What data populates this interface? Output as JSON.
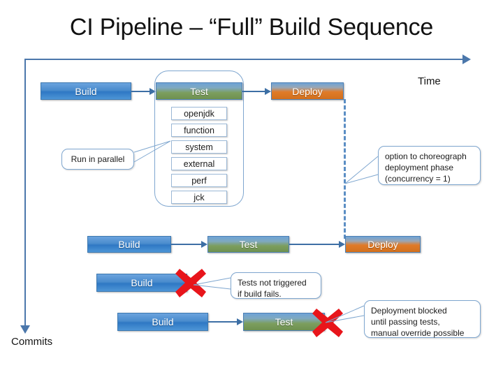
{
  "slide": {
    "title": "CI Pipeline – “Full” Build Sequence",
    "background": "#ffffff"
  },
  "axes": {
    "time_label": "Time",
    "commits_label": "Commits",
    "axis_color": "#4b77ab"
  },
  "colors": {
    "build_blue": "#3d85cd",
    "test_green": "#7c9e5e",
    "deploy_orange": "#e07b28",
    "connector_blue": "#3d6fa5",
    "dashed_blue": "#5b8ec4",
    "callout_border": "#7ea6cf",
    "x_red": "#e8151b"
  },
  "rows": [
    {
      "id": "row-full-pipeline",
      "stages": [
        {
          "id": "build",
          "label": "Build",
          "kind": "build"
        },
        {
          "id": "test",
          "label": "Test",
          "kind": "test"
        },
        {
          "id": "deploy",
          "label": "Deploy",
          "kind": "deploy"
        }
      ]
    },
    {
      "id": "row-second-pipeline",
      "stages": [
        {
          "id": "build",
          "label": "Build",
          "kind": "build"
        },
        {
          "id": "test",
          "label": "Test",
          "kind": "test"
        },
        {
          "id": "deploy",
          "label": "Deploy",
          "kind": "deploy"
        }
      ]
    },
    {
      "id": "row-failed-build",
      "stages": [
        {
          "id": "build",
          "label": "Build",
          "kind": "build"
        }
      ]
    },
    {
      "id": "row-failed-test",
      "stages": [
        {
          "id": "build",
          "label": "Build",
          "kind": "build"
        },
        {
          "id": "test",
          "label": "Test",
          "kind": "test"
        }
      ]
    }
  ],
  "test_suites": [
    {
      "label": "openjdk"
    },
    {
      "label": "function"
    },
    {
      "label": "system"
    },
    {
      "label": "external"
    },
    {
      "label": "perf"
    },
    {
      "label": "jck"
    }
  ],
  "callouts": {
    "run_in_parallel": {
      "text": "Run in parallel"
    },
    "choreograph": {
      "lines": [
        "option to choreograph",
        "deployment phase",
        "(concurrency = 1)"
      ]
    },
    "tests_not_triggered": {
      "lines": [
        "Tests not triggered",
        "if build fails."
      ]
    },
    "deployment_blocked": {
      "lines": [
        "Deployment blocked",
        "until passing tests,",
        "manual override possible"
      ]
    }
  },
  "markers": [
    {
      "id": "build-failed-x",
      "name": "red-x-mark"
    },
    {
      "id": "test-failed-x",
      "name": "red-x-mark"
    }
  ]
}
